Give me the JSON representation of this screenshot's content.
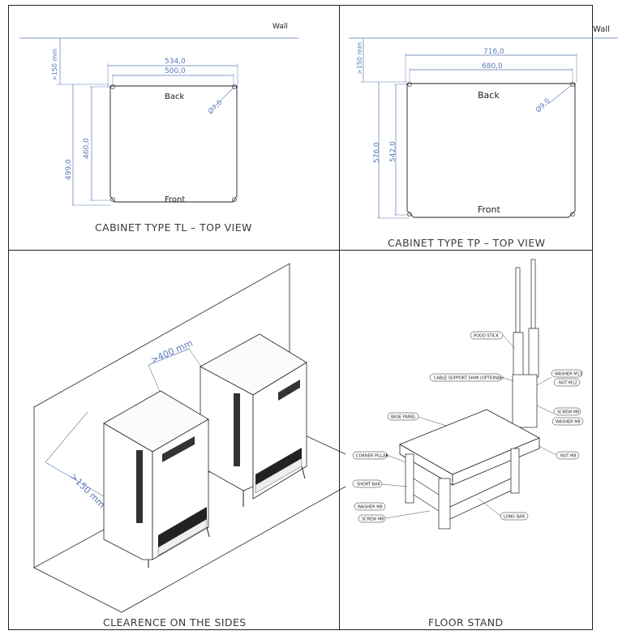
{
  "panels": {
    "tl": {
      "caption": "CABINET TYPE TL – TOP VIEW",
      "wall": "Wall",
      "clearance": ">150 mm",
      "outer_width": "534,0",
      "inner_width": "500,0",
      "hole": "Ø7,0",
      "outer_depth": "499,0",
      "inner_depth": "460,0",
      "back": "Back",
      "front": "Front"
    },
    "tp": {
      "caption": "CABINET TYPE TP – TOP VIEW",
      "wall": "Wall",
      "clearance": ">150 mm",
      "outer_width": "716,0",
      "inner_width": "680,0",
      "hole": "Ø9,0",
      "outer_depth": "576,0",
      "inner_depth": "542,0",
      "back": "Back",
      "front": "Front"
    },
    "clearance": {
      "caption": "CLEARENCE ON THE SIDES",
      "gap_label": ">400 mm",
      "wall_label": ">150 mm"
    },
    "stand": {
      "caption": "FLOOR STAND",
      "callouts": {
        "pogo": "POGO STICK",
        "shim": "CABLE SUPPORT SHIM (OPTIONAL)",
        "washer_m12": "WASHER M12",
        "nut_m12": "NUT M12",
        "screw_m8_r": "SCREW M8",
        "washer_m8_r": "WASHER M8",
        "base_panel": "BASE PANEL",
        "nut_m8": "NUT M8",
        "corner_pillar": "CORNER PILLAR",
        "short_bar": "SHORT BAR",
        "washer_m8_l": "WASHER M8",
        "screw_m8_l": "SCREW M8",
        "long_bar": "LONG BAR"
      }
    }
  },
  "colors": {
    "dimension": "#5a79b8",
    "line": "#222222",
    "caption": "#3a3a3a"
  }
}
